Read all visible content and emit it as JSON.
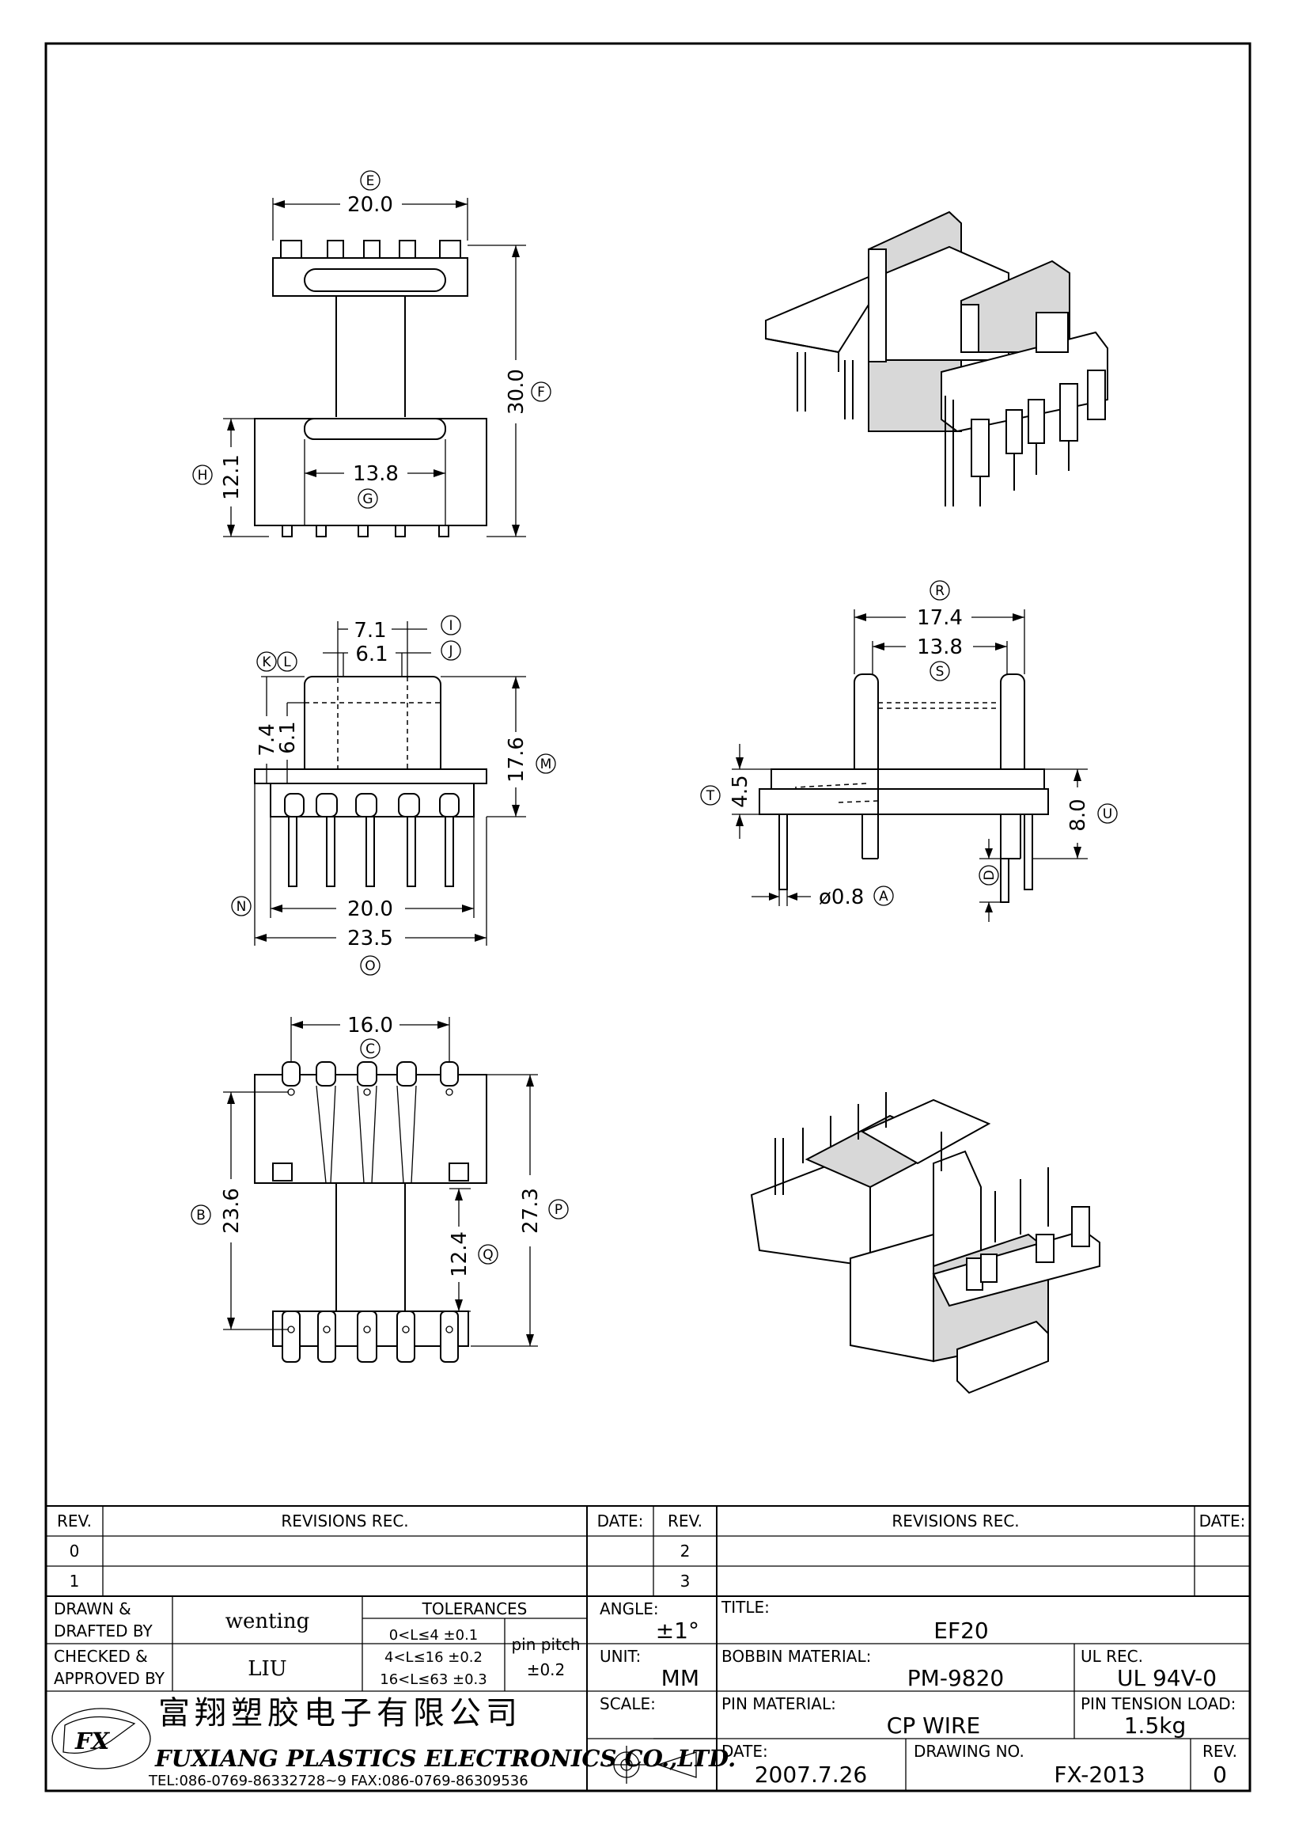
{
  "drawing": {
    "views": {
      "top": {
        "dims": [
          {
            "letter": "E",
            "value": "20.0"
          },
          {
            "letter": "F",
            "value": "30.0"
          },
          {
            "letter": "G",
            "value": "13.8"
          },
          {
            "letter": "H",
            "value": "12.1"
          }
        ]
      },
      "front": {
        "dims": [
          {
            "letter": "I",
            "value": "7.1"
          },
          {
            "letter": "J",
            "value": "6.1"
          },
          {
            "letter": "K",
            "value": "7.4"
          },
          {
            "letter": "L",
            "value": "6.1"
          },
          {
            "letter": "M",
            "value": "17.6"
          },
          {
            "letter": "N",
            "value": "20.0"
          },
          {
            "letter": "O",
            "value": "23.5"
          }
        ]
      },
      "side": {
        "dims": [
          {
            "letter": "R",
            "value": "17.4"
          },
          {
            "letter": "S",
            "value": "13.8"
          },
          {
            "letter": "T",
            "value": "4.5"
          },
          {
            "letter": "U",
            "value": "8.0"
          },
          {
            "letter": "A",
            "value": "ø0.8"
          },
          {
            "letter": "D",
            "value": ""
          }
        ]
      },
      "bottom": {
        "dims": [
          {
            "letter": "C",
            "value": "16.0"
          },
          {
            "letter": "B",
            "value": "23.6"
          },
          {
            "letter": "Q",
            "value": "12.4"
          },
          {
            "letter": "P",
            "value": "27.3"
          }
        ]
      }
    }
  },
  "title_block": {
    "rev_header": "REV.",
    "revisions_header": "REVISIONS    REC.",
    "date_header": "DATE:",
    "revs_left": [
      "0",
      "1"
    ],
    "revs_right": [
      "2",
      "3"
    ],
    "drawn_label": "DRAWN  &\nDRAFTED BY",
    "drawn_by": "wenting",
    "checked_label": "CHECKED  &\nAPPROVED BY",
    "checked_by": "LIU",
    "tolerances_label": "TOLERANCES",
    "tolerance_rows": [
      "0<L≤4    ±0.1",
      "4<L≤16  ±0.2",
      "16<L≤63  ±0.3"
    ],
    "pin_pitch_label": "pin  pitch",
    "pin_pitch_value": "±0.2",
    "angle_label": "ANGLE:",
    "angle_value": "±1°",
    "unit_label": "UNIT:",
    "unit_value": "MM",
    "scale_label": "SCALE:",
    "title_label": "TITLE:",
    "title_value": "EF20",
    "bobbin_material_label": "BOBBIN  MATERIAL:",
    "bobbin_material_value": "PM-9820",
    "ul_label": "UL  REC.",
    "ul_value": "UL  94V-0",
    "pin_material_label": "PIN  MATERIAL:",
    "pin_material_value": "CP  WIRE",
    "pin_tension_label": "PIN  TENSION  LOAD:",
    "pin_tension_value": "1.5kg",
    "date_label": "DATE:",
    "date_value": "2007.7.26",
    "drawing_no_label": "DRAWING  NO.",
    "drawing_no_value": "FX-2013",
    "rev_label": "REV.",
    "rev_value": "0",
    "company_cn": "富翔塑胶电子有限公司",
    "company_en": "FUXIANG PLASTICS ELECTRONICS CO.,LTD.",
    "company_contact": "TEL:086-0769-86332728~9   FAX:086-0769-86309536"
  }
}
